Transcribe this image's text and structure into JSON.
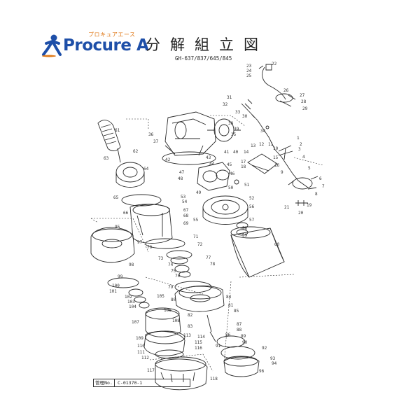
{
  "brand": {
    "kana": "プロキュアエース",
    "name": "Procure A",
    "color": "#1e4fa8",
    "kana_color": "#e07a1a",
    "mascot_icon": "running-figure-icon"
  },
  "header": {
    "title": "分解組立図",
    "models": "GH-637/837/645/845"
  },
  "management": {
    "label": "管理No.",
    "value": "C-01370-1"
  },
  "part_numbers": [
    "1",
    "2",
    "3",
    "4",
    "5",
    "6",
    "7",
    "8",
    "9",
    "10",
    "11",
    "12",
    "13",
    "14",
    "15",
    "16",
    "17",
    "18",
    "19",
    "20",
    "21",
    "22",
    "23",
    "24",
    "25",
    "26",
    "27",
    "28",
    "29",
    "30",
    "31",
    "32",
    "33",
    "34",
    "35",
    "36",
    "37",
    "38",
    "39",
    "40",
    "41",
    "42",
    "43",
    "44",
    "45",
    "46",
    "47",
    "48",
    "49",
    "50",
    "51",
    "52",
    "53",
    "54",
    "55",
    "56",
    "57",
    "58",
    "59",
    "60",
    "61",
    "62",
    "63",
    "64",
    "65",
    "66",
    "67",
    "68",
    "69",
    "70",
    "71",
    "72",
    "73",
    "74",
    "75",
    "76",
    "77",
    "78",
    "79",
    "80",
    "81",
    "82",
    "83",
    "84",
    "85",
    "86",
    "87",
    "88",
    "89",
    "90",
    "91",
    "92",
    "93",
    "94",
    "95",
    "96",
    "97",
    "98",
    "99",
    "100",
    "101",
    "102",
    "103",
    "104",
    "105",
    "106",
    "107",
    "108",
    "109",
    "110",
    "111",
    "112",
    "113",
    "114",
    "115",
    "116",
    "117",
    "118"
  ]
}
